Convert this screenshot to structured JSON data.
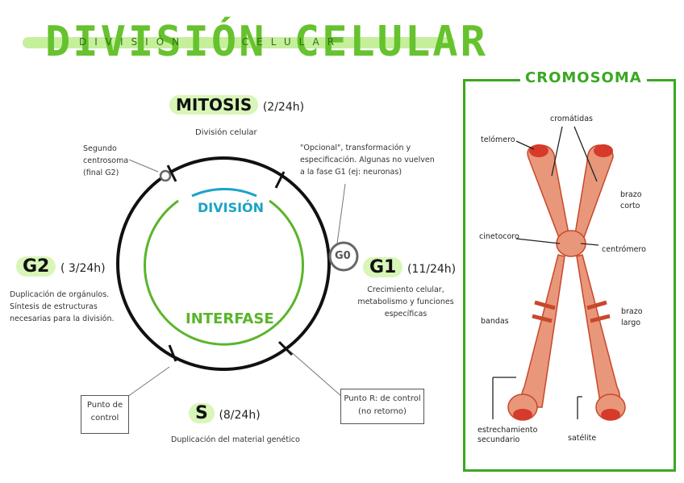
{
  "title": {
    "main": "DIVISIÓN CELULAR",
    "small_left": "DIVISIÓN",
    "small_right": "CELULAR"
  },
  "mitosis": {
    "label": "MITOSIS",
    "duration": "(2/24h)",
    "desc": "División celular"
  },
  "g1": {
    "label": "G1",
    "duration": "(11/24h)",
    "desc": [
      "Crecimiento celular,",
      "metabolismo y funciones",
      "específicas"
    ]
  },
  "g2": {
    "label": "G2",
    "duration": "( 3/24h)",
    "desc": [
      "Duplicación de orgánulos.",
      "Síntesis de estructuras",
      "necesarias para la división."
    ]
  },
  "s": {
    "label": "S",
    "duration": "(8/24h)",
    "desc": "Duplicación del material genético"
  },
  "g0": {
    "label": "G0",
    "note": [
      "\"Opcional\", transformación y",
      "especificación. Algunas no vuelven",
      "a la fase G1 (ej: neuronas)"
    ]
  },
  "inner_labels": {
    "division": "DIVISIÓN",
    "interfase": "INTERFASE"
  },
  "centrosome_note": [
    "Segundo",
    "centrosoma",
    "(final G2)"
  ],
  "control_box": [
    "Punto de",
    "control"
  ],
  "r_point_box": [
    "Punto R: de control",
    "(no retorno)"
  ],
  "chromosome": {
    "title": "CROMOSOMA",
    "labels": {
      "cromatidas": "cromátidas",
      "telomero": "telómero",
      "brazo_corto": [
        "brazo",
        "corto"
      ],
      "cinetocoro": "cinetocoro",
      "centromero": "centrómero",
      "bandas": "bandas",
      "brazo_largo": [
        "brazo",
        "largo"
      ],
      "estrechamiento": [
        "estrechamiento",
        "secundario"
      ],
      "satelite": "satélite"
    }
  },
  "colors": {
    "green": "#66c22e",
    "green_dark": "#3aa822",
    "blue": "#1ba3c6",
    "chromosome": "#e8977a",
    "chromosome_dark": "#c9472b"
  }
}
